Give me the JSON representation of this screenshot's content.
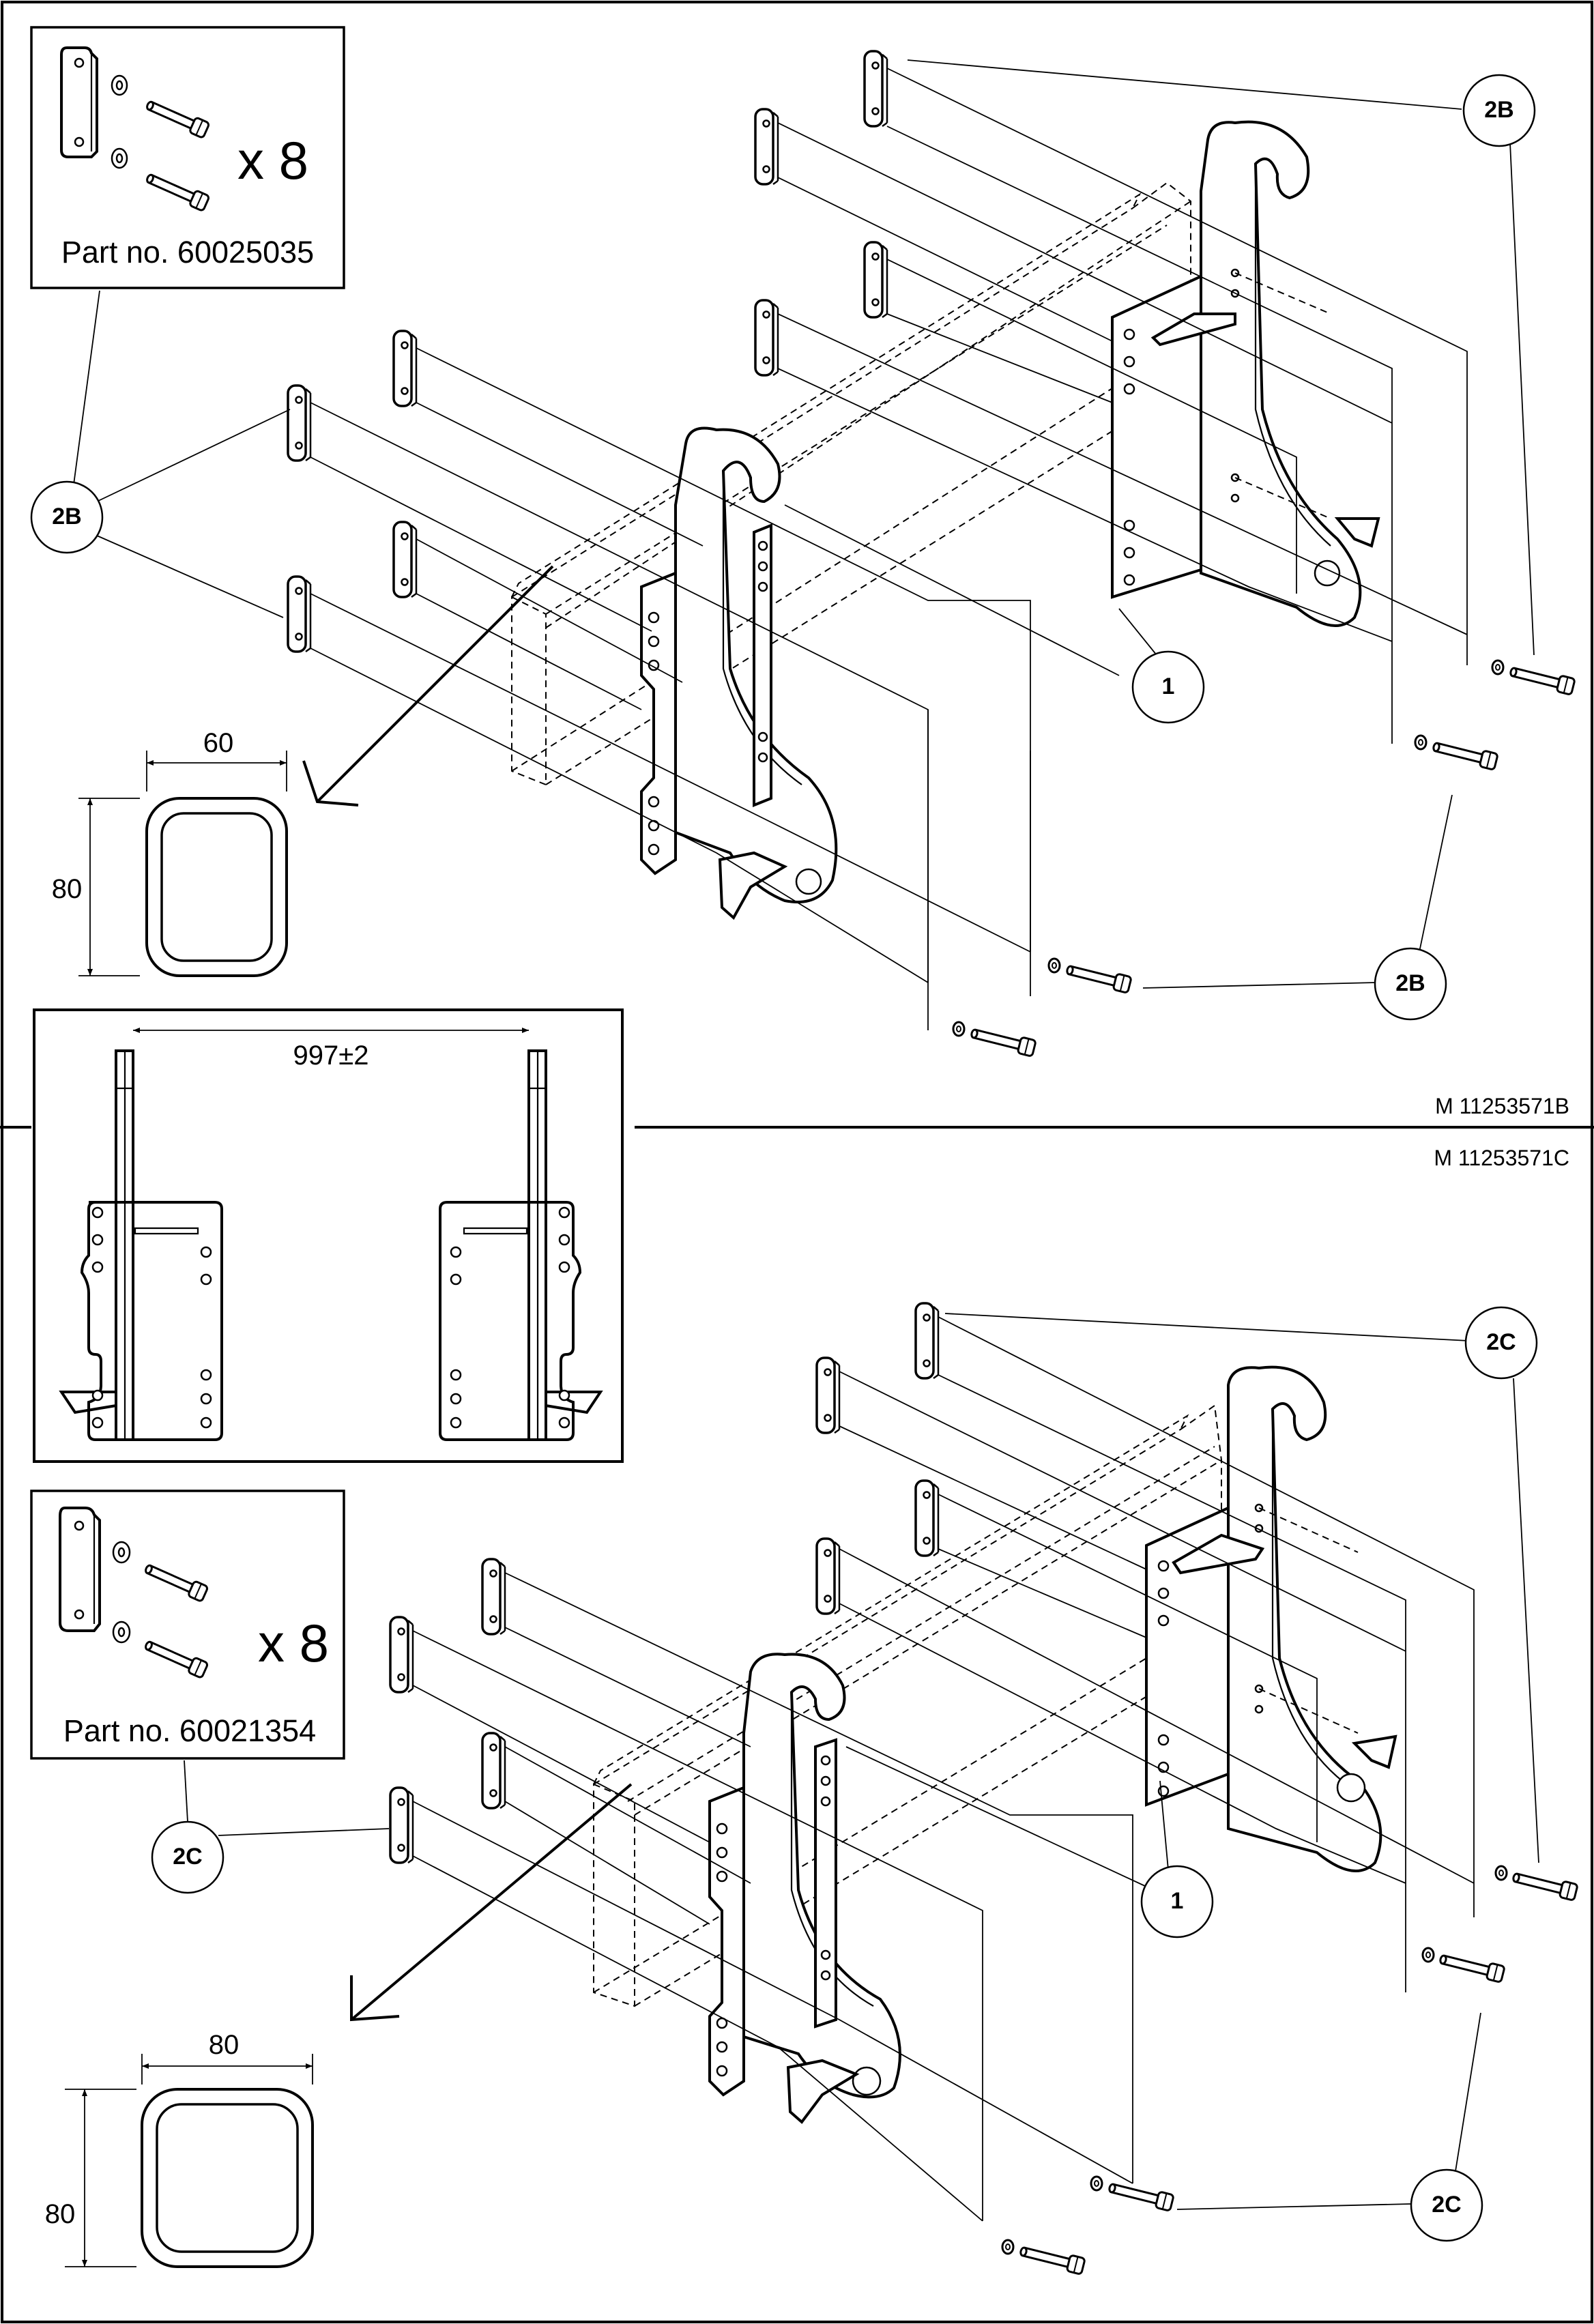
{
  "top_panel": {
    "kit": {
      "quantity": "x 8",
      "part_number": "Part no. 60025035"
    },
    "callouts": {
      "spacer_label": "2B",
      "beam_label": "1"
    },
    "section": {
      "width": "60",
      "height": "80"
    },
    "drawing_number": "M 11253571B"
  },
  "spacing_detail": {
    "dimension": "997±2"
  },
  "bottom_panel": {
    "kit": {
      "quantity": "x 8",
      "part_number": "Part no. 60021354"
    },
    "callouts": {
      "spacer_label": "2C",
      "beam_label": "1"
    },
    "section": {
      "width": "80",
      "height": "80"
    },
    "drawing_number": "M 11253571C"
  }
}
